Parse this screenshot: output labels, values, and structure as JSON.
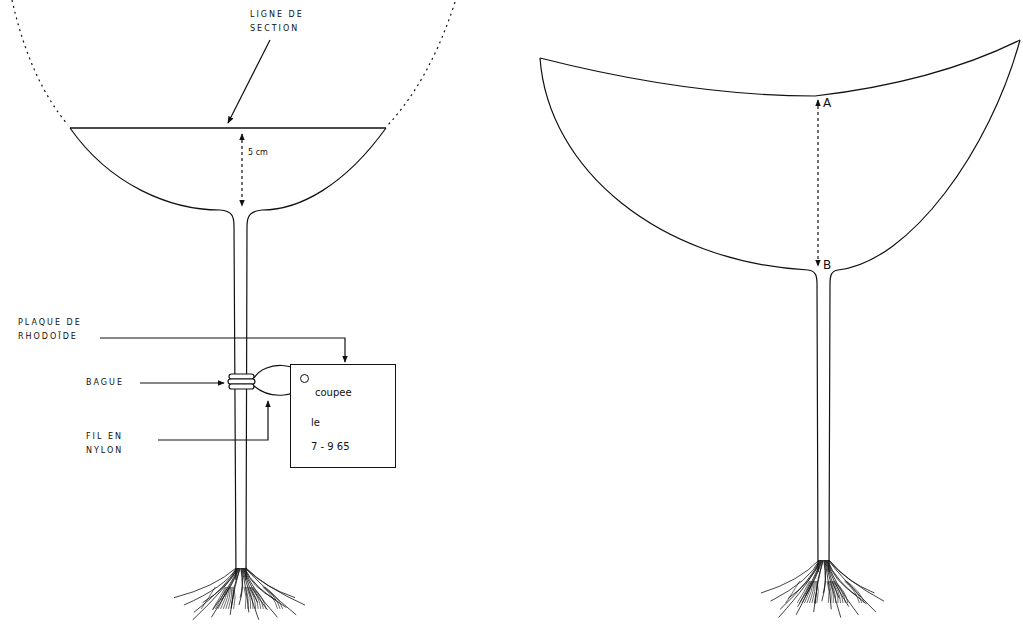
{
  "diagram": {
    "nodes": [
      {
        "text": [
          "coupee",
          "le",
          "7 - 9  65"
        ]
      }
    ],
    "labels": [
      "LIGNE DE SECTION",
      "5 cm",
      "PLAQUE DE RHODOÏDE",
      "BAGUE",
      "FIL EN NYLON",
      "A",
      "B"
    ]
  }
}
